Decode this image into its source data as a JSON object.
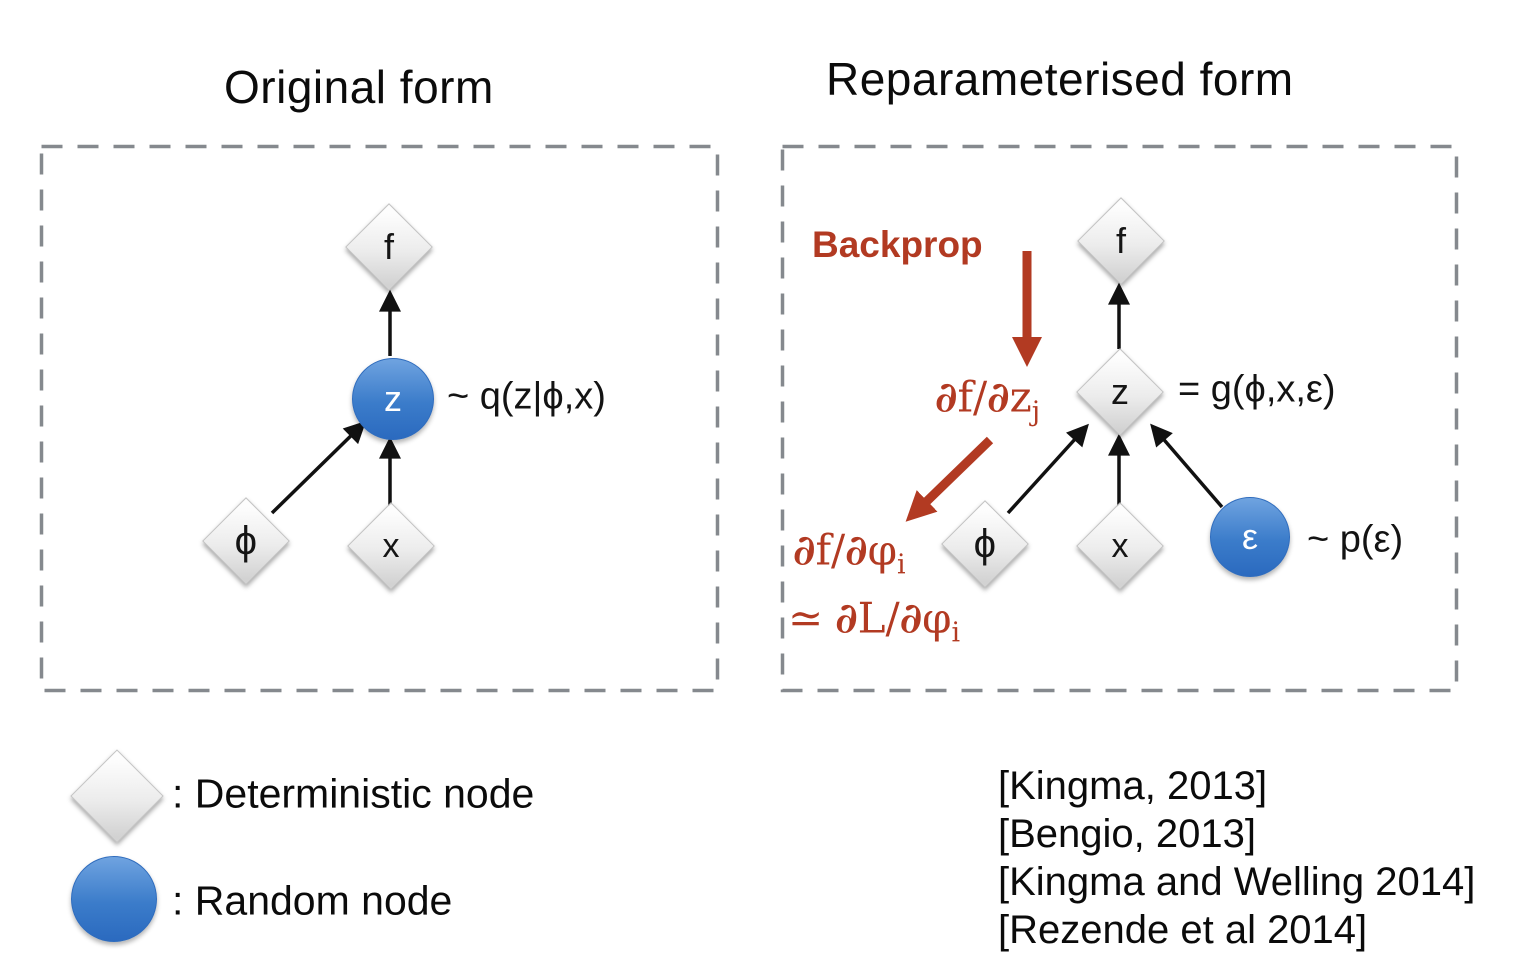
{
  "colors": {
    "accent_red": "#B23A22",
    "node_blue": "#3B7CCA",
    "node_gray_fill": "#E9E9E9",
    "dash_border_gray": "#85898E",
    "text_black": "#111111"
  },
  "left_panel": {
    "title": "Original form",
    "node_f": "f",
    "node_z": "z",
    "node_phi": "ϕ",
    "node_x": "x",
    "z_annotation": "~ q(z|ϕ,x)"
  },
  "right_panel": {
    "title": "Reparameterised form",
    "backprop_label": "Backprop",
    "node_f": "f",
    "node_z": "z",
    "node_phi": "ϕ",
    "node_x": "x",
    "node_eps": "ε",
    "z_annotation": "= g(ϕ,x,ε)",
    "eps_annotation": "~ p(ε)",
    "grad_z": {
      "p1": "∂",
      "n1": "f/",
      "p2": "∂",
      "v": "z",
      "sub": "j"
    },
    "grad_phi": {
      "p1": "∂",
      "n1": "f/",
      "p2": "∂",
      "v": "φ",
      "sub": "i"
    },
    "grad_L": {
      "approx": "≃",
      "p1": "∂",
      "n1": "L/",
      "p2": "∂",
      "v": "φ",
      "sub": "i"
    }
  },
  "legend": {
    "deterministic_label": ": Deterministic node",
    "random_label": ": Random node"
  },
  "citations": [
    "[Kingma, 2013]",
    "[Bengio, 2013]",
    "[Kingma and Welling 2014]",
    "[Rezende et al 2014]"
  ]
}
